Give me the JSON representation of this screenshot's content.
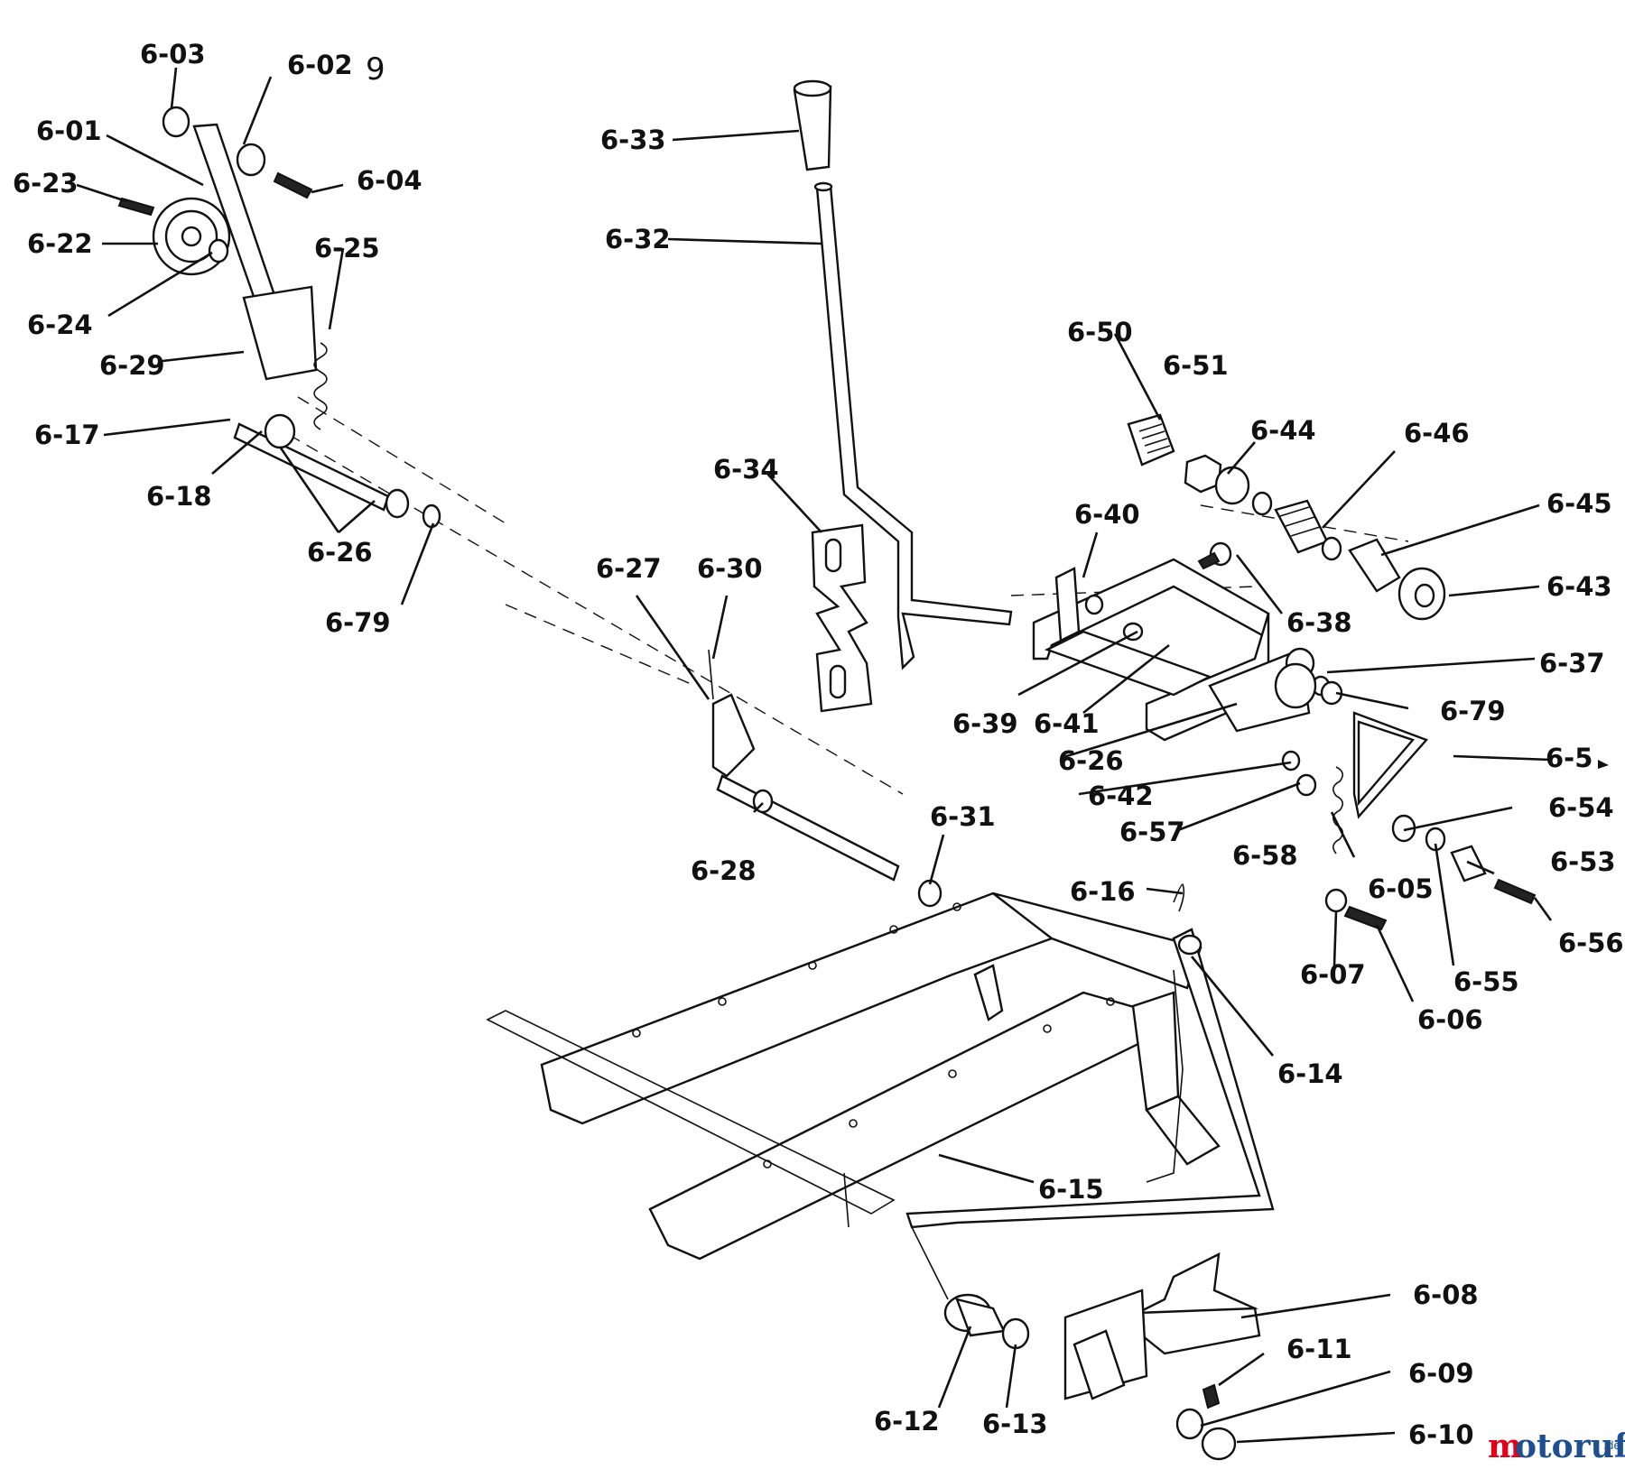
{
  "page_number": "9",
  "labels": [
    "6-01",
    "6-02",
    "6-03",
    "6-04",
    "6-05",
    "6-06",
    "6-07",
    "6-08",
    "6-09",
    "6-10",
    "6-11",
    "6-12",
    "6-13",
    "6-14",
    "6-15",
    "6-16",
    "6-17",
    "6-18",
    "6-22",
    "6-23",
    "6-24",
    "6-25",
    "6-26",
    "6-27",
    "6-28",
    "6-29",
    "6-30",
    "6-31",
    "6-32",
    "6-33",
    "6-34",
    "6-37",
    "6-38",
    "6-39",
    "6-40",
    "6-41",
    "6-42",
    "6-43",
    "6-44",
    "6-45",
    "6-46",
    "6-50",
    "6-51",
    "6-53",
    "6-54",
    "6-55",
    "6-56",
    "6-57",
    "6-58",
    "6-79"
  ],
  "label_partial_right": "6-5",
  "logo": {
    "m": "m",
    "otoruf": "otoruf",
    "tld": ".de",
    "colors": {
      "m": "#e2001a",
      "rest": "#1d4f91"
    }
  }
}
